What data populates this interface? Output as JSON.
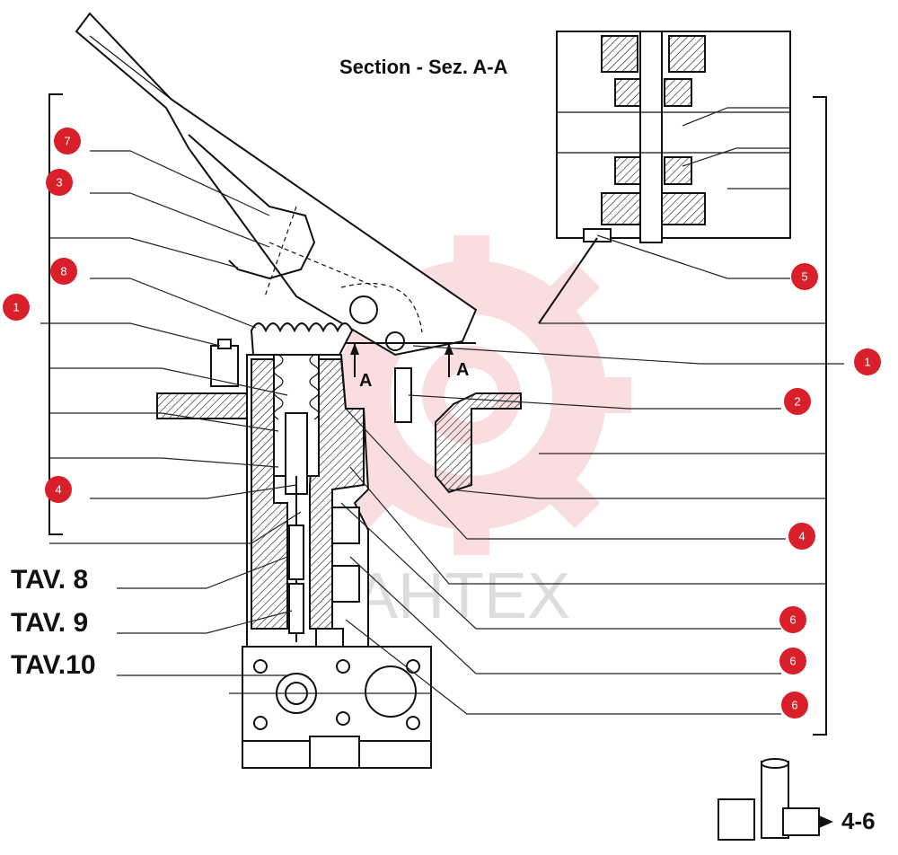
{
  "section_title": "Section - Sez. A-A",
  "section_marks": [
    "A",
    "A"
  ],
  "table_refs": [
    "TAV. 8",
    "TAV. 9",
    "TAV.10"
  ],
  "page_number": "4-6",
  "watermark": {
    "text": "AHTEX",
    "color": "#e0000f"
  },
  "callouts": [
    {
      "id": "callout-7-left",
      "label": "7"
    },
    {
      "id": "callout-3-left",
      "label": "3"
    },
    {
      "id": "callout-8-left",
      "label": "8"
    },
    {
      "id": "callout-1-left",
      "label": "1"
    },
    {
      "id": "callout-4-left",
      "label": "4"
    },
    {
      "id": "callout-5-right",
      "label": "5"
    },
    {
      "id": "callout-1-right",
      "label": "1"
    },
    {
      "id": "callout-2-right",
      "label": "2"
    },
    {
      "id": "callout-4-right",
      "label": "4"
    },
    {
      "id": "callout-6-right-a",
      "label": "6"
    },
    {
      "id": "callout-6-right-b",
      "label": "6"
    },
    {
      "id": "callout-6-right-c",
      "label": "6"
    }
  ],
  "colors": {
    "callout": "#d81f2a",
    "ink": "#111111"
  }
}
